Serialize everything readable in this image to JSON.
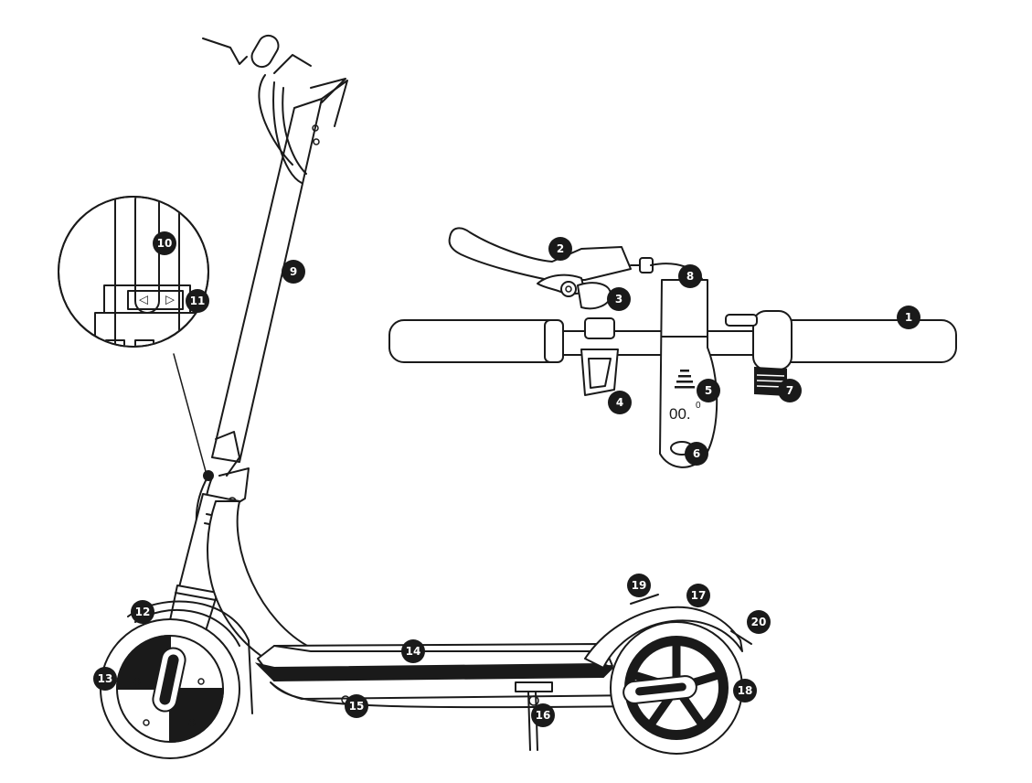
{
  "callouts": [
    {
      "id": "1",
      "label": "1"
    },
    {
      "id": "2",
      "label": "2"
    },
    {
      "id": "3",
      "label": "3"
    },
    {
      "id": "4",
      "label": "4"
    },
    {
      "id": "5",
      "label": "5"
    },
    {
      "id": "6",
      "label": "6"
    },
    {
      "id": "7",
      "label": "7"
    },
    {
      "id": "8",
      "label": "8"
    },
    {
      "id": "9",
      "label": "9"
    },
    {
      "id": "10",
      "label": "10"
    },
    {
      "id": "11",
      "label": "11"
    },
    {
      "id": "12",
      "label": "12"
    },
    {
      "id": "13",
      "label": "13"
    },
    {
      "id": "14",
      "label": "14"
    },
    {
      "id": "15",
      "label": "15"
    },
    {
      "id": "16",
      "label": "16"
    },
    {
      "id": "17",
      "label": "17"
    },
    {
      "id": "18",
      "label": "18"
    },
    {
      "id": "19",
      "label": "19"
    },
    {
      "id": "20",
      "label": "20"
    }
  ],
  "display": {
    "speed_value": "00.",
    "speed_decimal": "0"
  },
  "detail_inset": {
    "left_arrow": "◁",
    "right_arrow": "▷"
  },
  "colors": {
    "line": "#1a1a1a",
    "background": "#ffffff",
    "badge": "#1a1a1a",
    "badge_text": "#ffffff"
  }
}
